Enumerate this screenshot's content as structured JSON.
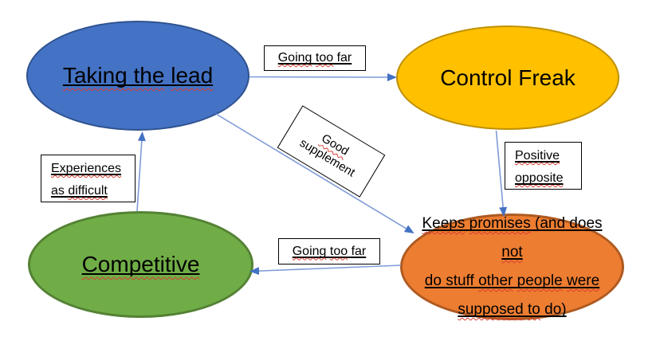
{
  "colors": {
    "node_blue_fill": "#4472C4",
    "node_blue_border": "#2F528F",
    "node_gold_fill": "#FFC000",
    "node_gold_border": "#BF9000",
    "node_green_fill": "#70AD47",
    "node_green_border": "#548235",
    "node_orange_fill": "#ED7D31",
    "node_orange_border": "#AE5A21",
    "arrow_line": "#7E9BD8",
    "arrow_head": "#4472C4",
    "spellcheck_wavy": "#D83B2F",
    "label_border": "#000000"
  },
  "nodes": {
    "taking_the_lead": {
      "label": "Taking the lead",
      "segments": [
        {
          "t": "Taking the",
          "w": true
        },
        {
          "t": " "
        },
        {
          "t": "lead",
          "w": true
        }
      ]
    },
    "control_freak": {
      "label": "Control Freak"
    },
    "competitive": {
      "label": "Competitive",
      "segments": [
        {
          "t": "Competitive",
          "w": true
        }
      ]
    },
    "keeps_promises": {
      "label": "Keeps promises (and does not do stuff other people were supposed to do)",
      "segments": [
        {
          "t": "Keeps",
          "w": true
        },
        {
          "t": " "
        },
        {
          "t": "promises",
          "w": true
        },
        {
          "t": " (and does "
        },
        {
          "t": "not",
          "w": true
        },
        {
          "br": true
        },
        {
          "t": "do stuff "
        },
        {
          "t": "other",
          "w": true
        },
        {
          "t": " "
        },
        {
          "t": "people",
          "w": true
        },
        {
          "t": " "
        },
        {
          "t": "were",
          "w": true
        },
        {
          "br": true
        },
        {
          "t": "supposed",
          "w": true
        },
        {
          "t": " "
        },
        {
          "t": "to",
          "w": true
        },
        {
          "t": " do)"
        }
      ]
    }
  },
  "labels": {
    "going_too_far_top": {
      "text": "Going too far",
      "segments": [
        {
          "t": "Going",
          "w": true
        },
        {
          "t": " "
        },
        {
          "t": "too",
          "w": true
        },
        {
          "t": " far"
        }
      ]
    },
    "good_supplement": {
      "text": "Good supplement",
      "segments": [
        {
          "t": "Good",
          "w": true
        },
        {
          "br": true
        },
        {
          "t": "supplement"
        }
      ]
    },
    "positive_opposite": {
      "text": "Positive opposite",
      "segments": [
        {
          "t": "Positive",
          "w": true
        },
        {
          "br": true
        },
        {
          "t": "opposite",
          "w": true
        }
      ]
    },
    "going_too_far_bottom": {
      "text": "Going too far",
      "segments": [
        {
          "t": "Going",
          "w": true
        },
        {
          "t": " "
        },
        {
          "t": "too",
          "w": true
        },
        {
          "t": " far"
        }
      ]
    },
    "experiences_as_difficult": {
      "text": "Experiences as difficult",
      "segments": [
        {
          "t": "Experiences",
          "w": true
        },
        {
          "br": true
        },
        {
          "t": "as "
        },
        {
          "t": "difficult",
          "w": true
        }
      ]
    }
  }
}
